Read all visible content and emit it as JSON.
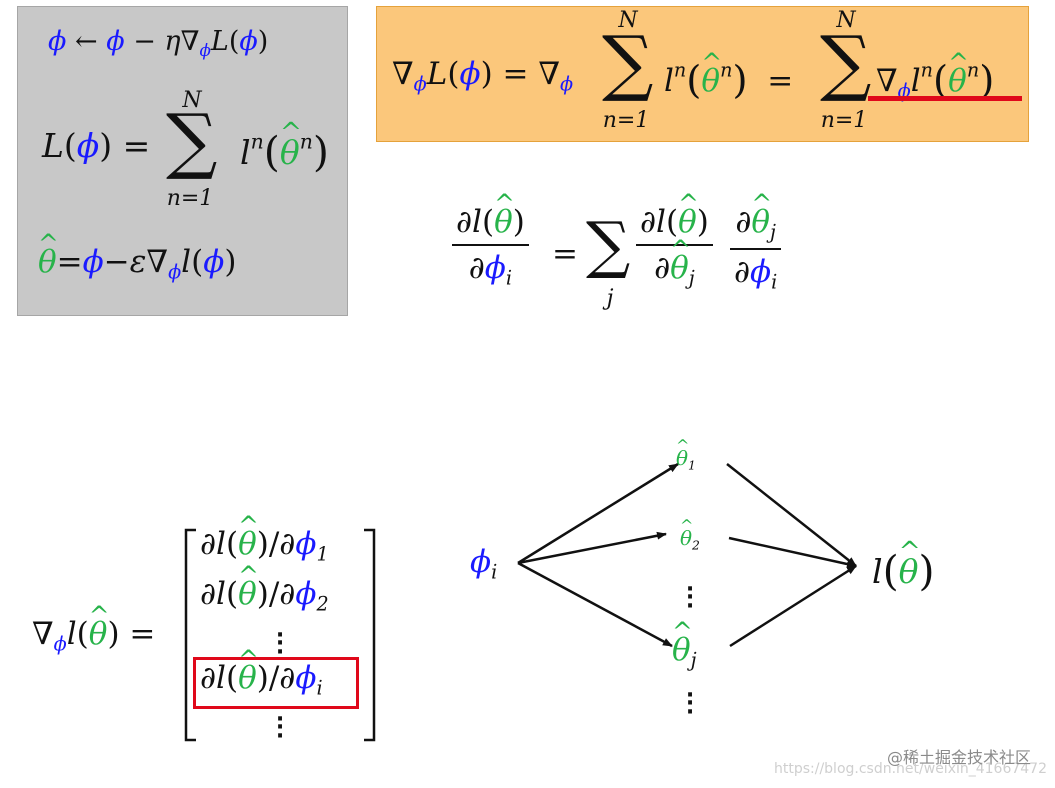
{
  "equations": {
    "update_rule": "φ ← φ − η∇φL(φ)",
    "loss_sum": "L(φ) = Σ ln(θ̂n), n=1..N",
    "theta_hat": "θ̂ = φ − ε∇φl(φ)",
    "grad_total": "∇φL(φ) = ∇φ Σ ln(θ̂n) = Σ ∇φ ln(θ̂n)",
    "chain_rule": "∂l(θ̂)/∂φi = Σj ∂l(θ̂)/∂θ̂j · ∂θ̂j/∂φi",
    "grad_vector": "∇φl(θ̂) = [∂l(θ̂)/∂φ1, ∂l(θ̂)/∂φ2, ⋮, ∂l(θ̂)/∂φi, ⋮]"
  },
  "sum_limits": {
    "upper": "N",
    "lower": "n=1",
    "index": "j"
  },
  "diagram": {
    "source": "φi",
    "middle": [
      "θ̂1",
      "θ̂2",
      "⋮",
      "θ̂j",
      "⋮"
    ],
    "target": "l(θ̂)"
  },
  "watermark": {
    "text": "@稀土掘金技术社区",
    "url": "https://blog.csdn.net/weixin_41667472"
  },
  "colors": {
    "phi": "#1a1aff",
    "theta": "#27b34a",
    "highlight": "#e0081a",
    "gray_box": "#c8c8c8",
    "orange_box": "#fbc77b"
  }
}
